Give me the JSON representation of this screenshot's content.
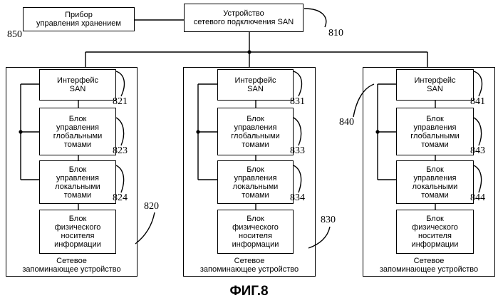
{
  "top": {
    "storage_control": "Прибор\nуправления хранением",
    "san_device": "Устройство\nсетевого подключения SAN",
    "ref_storage_control": "850",
    "ref_san_device": "810"
  },
  "nodes": [
    {
      "ref": "820",
      "san_interface": "Интерфейс\nSAN",
      "ref_interface": "821",
      "global_block": "Блок\nуправления\nглобальными\nтомами",
      "ref_global": "823",
      "local_block": "Блок\nуправления\nлокальными\nтомами",
      "ref_local": "824",
      "physical_block": "Блок\nфизического\nносителя\nинформации",
      "caption": "Сетевое\nзапоминающее устройство"
    },
    {
      "ref": "830",
      "san_interface": "Интерфейс\nSAN",
      "ref_interface": "831",
      "global_block": "Блок\nуправления\nглобальными\nтомами",
      "ref_global": "833",
      "local_block": "Блок\nуправления\nлокальными\nтомами",
      "ref_local": "834",
      "physical_block": "Блок\nфизического\nносителя\nинформации",
      "caption": "Сетевое\nзапоминающее устройство"
    },
    {
      "ref": "840",
      "san_interface": "Интерфейс\nSAN",
      "ref_interface": "841",
      "global_block": "Блок\nуправления\nглобальными\nтомами",
      "ref_global": "843",
      "local_block": "Блок\nуправления\nлокальными\nтомами",
      "ref_local": "844",
      "physical_block": "Блок\nфизического\nносителя\nинформации",
      "caption": "Сетевое\nзапоминающее устройство"
    }
  ],
  "figure_label": "ФИГ.8"
}
